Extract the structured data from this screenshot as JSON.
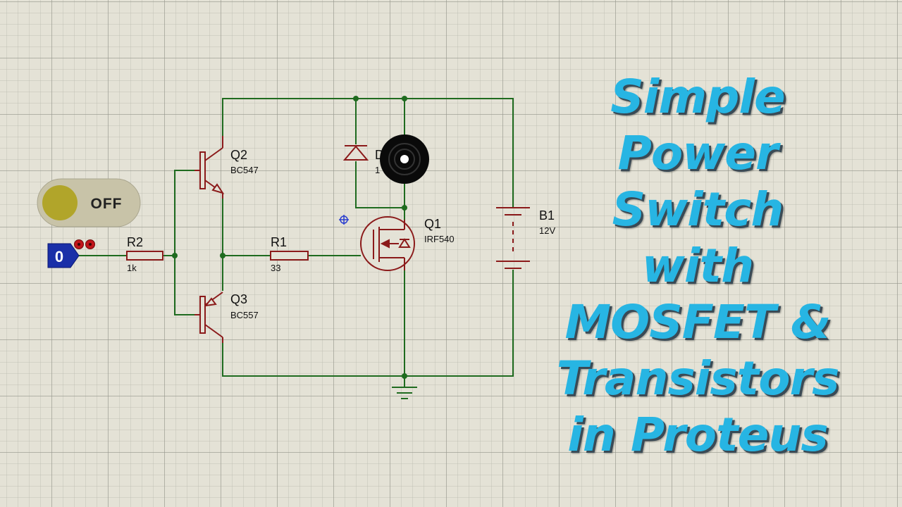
{
  "switch": {
    "state_label": "OFF"
  },
  "logic_state": {
    "value": "0"
  },
  "components": {
    "R2": {
      "ref": "R2",
      "value": "1k"
    },
    "R1": {
      "ref": "R1",
      "value": "33"
    },
    "Q2": {
      "ref": "Q2",
      "value": "BC547"
    },
    "Q3": {
      "ref": "Q3",
      "value": "BC557"
    },
    "Q1": {
      "ref": "Q1",
      "value": "IRF540"
    },
    "D1": {
      "ref": "D",
      "value": "1"
    },
    "B1": {
      "ref": "B1",
      "value": "12V"
    }
  },
  "title": {
    "lines": [
      "Simple",
      "Power",
      "Switch",
      "with",
      "MOSFET &",
      "Transistors",
      "in Proteus"
    ]
  },
  "colors": {
    "wire": "#1f6b1f",
    "component": "#8b1a1a",
    "title_text": "#27b5e3",
    "logic_probe": "#1a2fa8",
    "grid_bg": "#e4e2d6"
  }
}
